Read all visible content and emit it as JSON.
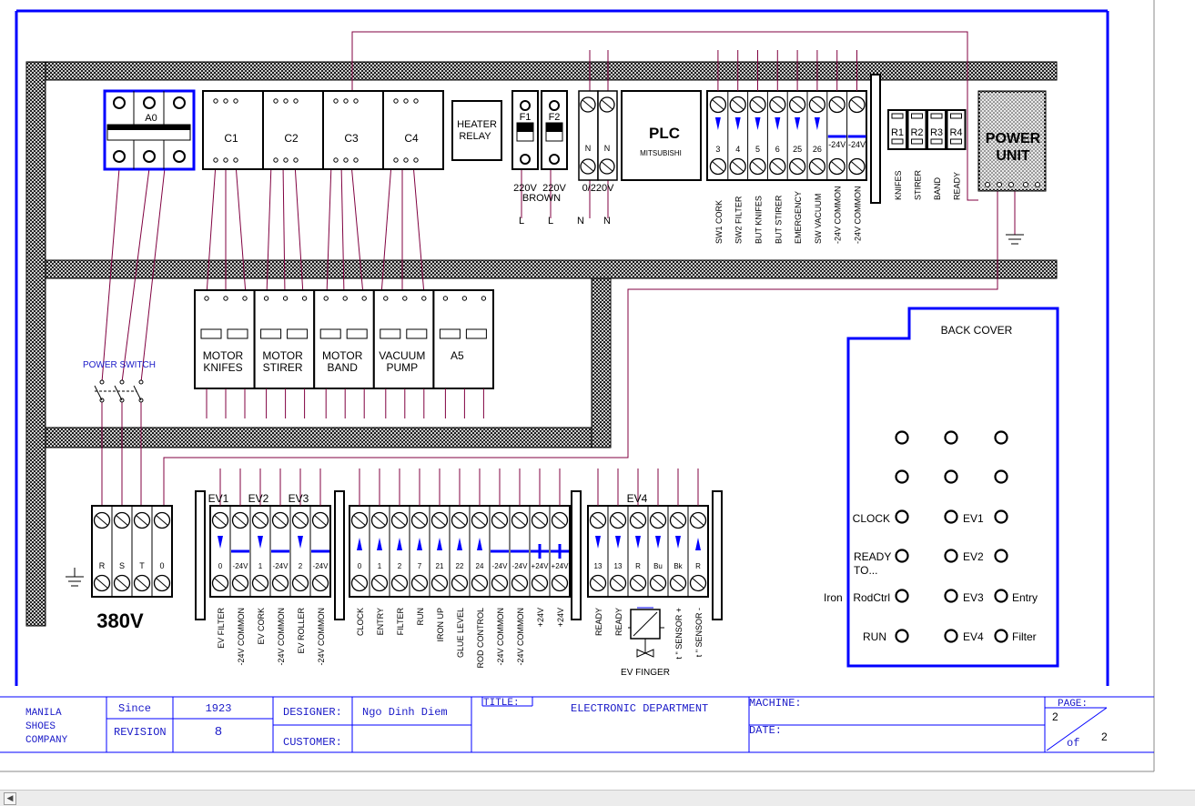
{
  "cabinet": {
    "breaker": {
      "label": "A0"
    },
    "contactors_top": [
      "C1",
      "C2",
      "C3",
      "C4"
    ],
    "heater_relay": [
      "HEATER",
      "RELAY"
    ],
    "fuses": [
      {
        "label": "F1",
        "volt": "220V",
        "line": "L"
      },
      {
        "label": "F2",
        "volt": "220V",
        "line": "L"
      }
    ],
    "fuse_note": "BROWN",
    "neutral_terms": {
      "labels": [
        "N",
        "N"
      ],
      "volt": "0/220V",
      "lines": [
        "N",
        "N"
      ]
    },
    "plc": {
      "title": "PLC",
      "brand": "MITSUBISHI"
    },
    "plc_terms": {
      "numbers": [
        "3",
        "4",
        "5",
        "6",
        "25",
        "26",
        "-24V",
        "-24V"
      ],
      "labels": [
        "SW1 CORK",
        "SW2 FILTER",
        "BUT KNIFES",
        "BUT STIRER",
        "EMERGENCY",
        "SW VACUUM",
        "-24V COMMON",
        "-24V COMMON"
      ]
    },
    "relays": {
      "names": [
        "R1",
        "R2",
        "R3",
        "R4"
      ],
      "labels": [
        "KNIFES",
        "STIRER",
        "BAND",
        "READY"
      ]
    },
    "power_unit": [
      "POWER",
      "UNIT"
    ],
    "motor_contactors": [
      [
        "MOTOR",
        "KNIFES"
      ],
      [
        "MOTOR",
        "STIRER"
      ],
      [
        "MOTOR",
        "BAND"
      ],
      [
        "VACUUM",
        "PUMP"
      ],
      [
        "A5",
        ""
      ]
    ],
    "power_switch": "POWER SWITCH",
    "supply": {
      "terminals": [
        "R",
        "S",
        "T",
        "0"
      ],
      "voltage": "380V"
    },
    "ev_block": {
      "groups": [
        "EV1",
        "EV2",
        "EV3"
      ],
      "numbers": [
        "0",
        "-24V",
        "1",
        "-24V",
        "2",
        "-24V"
      ],
      "labels": [
        "EV FILTER",
        "-24V COMMON",
        "EV CORK",
        "-24V COMMON",
        "EV ROLLER",
        "-24V COMMON"
      ]
    },
    "input_block": {
      "numbers": [
        "0",
        "1",
        "2",
        "7",
        "21",
        "22",
        "24",
        "-24V",
        "-24V",
        "+24V",
        "+24V"
      ],
      "labels": [
        "CLOCK",
        "ENTRY",
        "FILTER",
        "RUN",
        "IRON UP",
        "GLUE LEVEL",
        "ROD CONTROL",
        "-24V COMMON",
        "-24V COMMON",
        "+24V",
        "+24V"
      ]
    },
    "ev4_block": {
      "group": "EV4",
      "numbers": [
        "13",
        "13",
        "R",
        "Bu",
        "Bk",
        "R"
      ],
      "labels": [
        "READY",
        "READY",
        "",
        "",
        "t \" SENSOR +",
        "t \" SENSOR -"
      ],
      "valve_label": "EV FINGER"
    }
  },
  "back_cover": {
    "title": "BACK COVER",
    "left_labels": [
      "CLOCK",
      "READY",
      "TO...",
      "RodCtrl",
      "RUN"
    ],
    "iron_label": "Iron",
    "mid_labels": [
      "EV1",
      "EV2",
      "EV3",
      "EV4"
    ],
    "right_labels": [
      "Entry",
      "Filter"
    ]
  },
  "title_block": {
    "company": [
      "MANILA",
      "SHOES",
      "COMPANY"
    ],
    "since_label": "Since",
    "since_value": "1923",
    "revision_label": "REVISION",
    "revision_value": "8",
    "designer_label": "DESIGNER:",
    "designer_value": "Ngo Dinh Diem",
    "customer_label": "CUSTOMER:",
    "title_label": "TITLE:",
    "title_value": "ELECTRONIC DEPARTMENT",
    "machine_label": "MACHINE:",
    "date_label": "DATE:",
    "page_label": "PAGE:",
    "page_current": "2",
    "page_of": "of",
    "page_total": "2"
  },
  "colors": {
    "wire": "#800040",
    "blue": "#0000ff",
    "text_blue": "#1a1ac8",
    "hatch": "#000000"
  }
}
